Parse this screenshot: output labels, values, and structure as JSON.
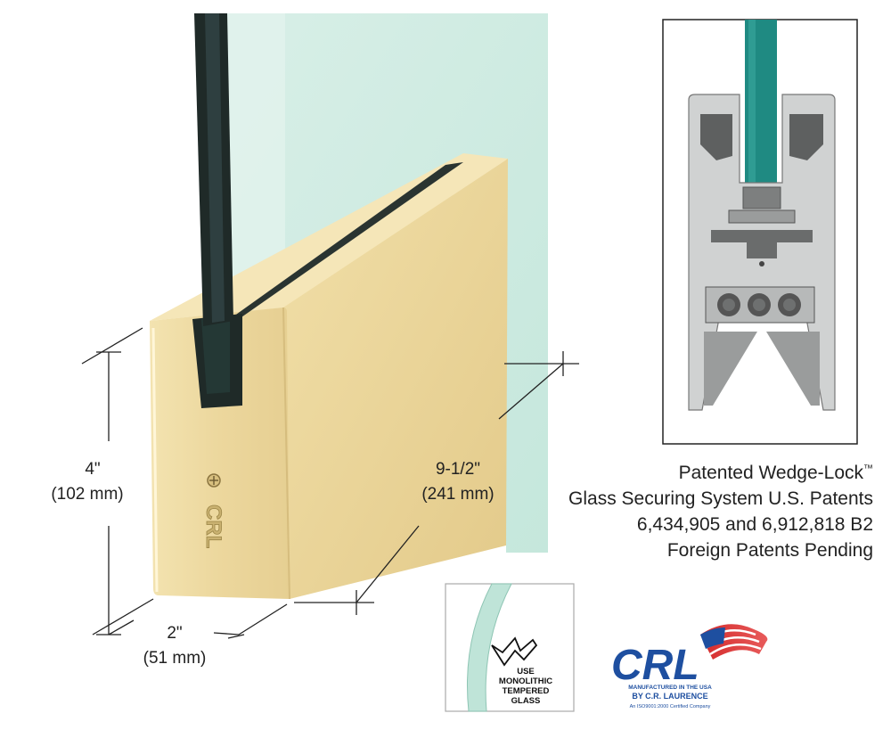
{
  "dimensions": {
    "height_imperial": "4\"",
    "height_metric": "(102 mm)",
    "length_imperial": "9-1/2\"",
    "length_metric": "(241 mm)",
    "width_imperial": "2\"",
    "width_metric": "(51 mm)"
  },
  "caption": {
    "line1": "Patented Wedge-Lock",
    "trademark": "™",
    "line2": "Glass Securing System U.S. Patents",
    "line3": "6,434,905 and 6,912,818 B2",
    "line4": "Foreign Patents Pending"
  },
  "glass_badge": {
    "line1": "USE",
    "line2": "MONOLITHIC",
    "line3": "TEMPERED",
    "line4": "GLASS"
  },
  "logo": {
    "brand": "CRL",
    "made_in": "MANUFACTURED IN THE USA",
    "by": "BY C.R. LAURENCE",
    "cert": "An ISO9001:2000 Certified Company"
  },
  "embossed_mark": "CRL",
  "colors": {
    "brass": "#ecd9a2",
    "glass": "#cfe9e1",
    "rubber": "#1f2a28",
    "teal_glass": "#1f8a82",
    "logo_blue": "#1e4fa0",
    "logo_red": "#d42a2a"
  }
}
